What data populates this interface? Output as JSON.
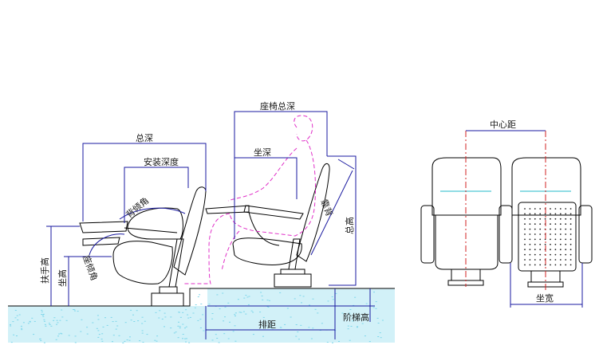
{
  "labels": {
    "total_depth": "总深",
    "install_depth": "安装深度",
    "seat_total_depth": "座椅总深",
    "seat_depth": "坐深",
    "back_angle": "背倾角",
    "seat_angle": "座倾角",
    "armrest_height": "扶手高",
    "seat_height": "坐高",
    "back_height": "靠背",
    "total_height": "总高",
    "row_spacing": "排距",
    "step_height": "阶梯高",
    "center_distance": "中心距",
    "seat_width": "坐宽"
  },
  "colors": {
    "outline": "#000000",
    "dimension": "#1a1aa0",
    "figure": "#e030c8",
    "centerline": "#d02020",
    "ground": "#7fd6ea",
    "cushion_line": "#20b8c8"
  }
}
